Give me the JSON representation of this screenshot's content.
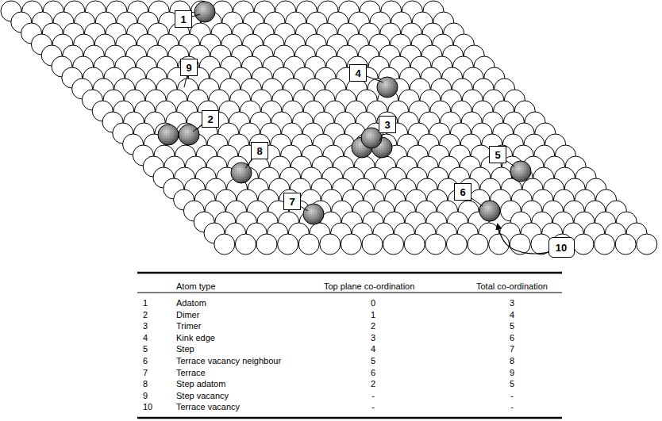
{
  "diagram": {
    "nodes": [
      {
        "text": [
          "1"
        ]
      },
      {
        "text": [
          "2"
        ]
      },
      {
        "text": [
          "3"
        ]
      },
      {
        "text": [
          "4"
        ]
      },
      {
        "text": [
          "5"
        ]
      },
      {
        "text": [
          "6"
        ]
      },
      {
        "text": [
          "7"
        ]
      },
      {
        "text": [
          "8"
        ]
      },
      {
        "text": [
          "9"
        ]
      },
      {
        "text": [
          "10"
        ]
      }
    ],
    "labels": [
      "Atom type",
      "Top plane co-ordination",
      "Total co-ordination",
      "1",
      "Adatom",
      "0",
      "3",
      "2",
      "Dimer",
      "1",
      "4",
      "3",
      "Trimer",
      "2",
      "5",
      "4",
      "Kink edge",
      "3",
      "6",
      "5",
      "Step",
      "4",
      "7",
      "6",
      "Terrace vacancy neighbour",
      "5",
      "8",
      "7",
      "Terrace",
      "6",
      "9",
      "8",
      "Step adatom",
      "2",
      "5",
      "9",
      "Step vacancy",
      "-",
      "-",
      "10",
      "Terrace vacancy",
      "-",
      "-"
    ]
  }
}
